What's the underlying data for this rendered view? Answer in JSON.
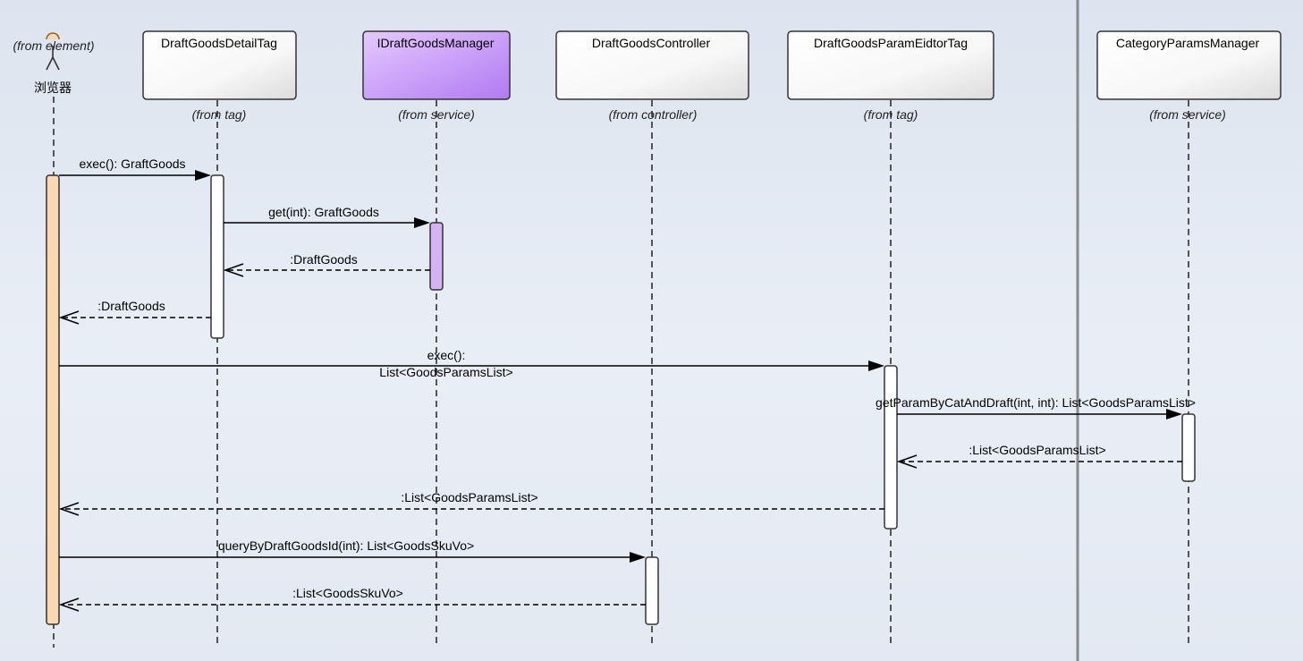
{
  "actor": {
    "stereotype": "(from element)",
    "name": "浏览器"
  },
  "lifelines": [
    {
      "id": "detail",
      "name": "DraftGoodsDetailTag",
      "from": "(from tag)",
      "style": "white"
    },
    {
      "id": "manager",
      "name": "IDraftGoodsManager",
      "from": "(from service)",
      "style": "purple"
    },
    {
      "id": "ctrl",
      "name": "DraftGoodsController",
      "from": "(from controller)",
      "style": "white"
    },
    {
      "id": "param",
      "name": "DraftGoodsParamEidtorTag",
      "from": "(from tag)",
      "style": "white"
    },
    {
      "id": "cat",
      "name": "CategoryParamsManager",
      "from": "(from service)",
      "style": "white"
    }
  ],
  "messages": [
    {
      "from": "actor",
      "to": "detail",
      "label": "exec(): GraftGoods",
      "kind": "call"
    },
    {
      "from": "detail",
      "to": "manager",
      "label": "get(int): GraftGoods",
      "kind": "call"
    },
    {
      "from": "manager",
      "to": "detail",
      "label": ":DraftGoods",
      "kind": "return"
    },
    {
      "from": "detail",
      "to": "actor",
      "label": ":DraftGoods",
      "kind": "return"
    },
    {
      "from": "actor",
      "to": "param",
      "label": "exec():",
      "label2": "List<GoodsParamsList>",
      "kind": "call"
    },
    {
      "from": "param",
      "to": "cat",
      "label": "getParamByCatAndDraft(int, int): List<GoodsParamsList>",
      "kind": "call"
    },
    {
      "from": "cat",
      "to": "param",
      "label": ":List<GoodsParamsList>",
      "kind": "return"
    },
    {
      "from": "param",
      "to": "actor",
      "label": ":List<GoodsParamsList>",
      "kind": "return"
    },
    {
      "from": "actor",
      "to": "ctrl",
      "label": "queryByDraftGoodsId(int): List<GoodsSkuVo>",
      "kind": "call"
    },
    {
      "from": "ctrl",
      "to": "actor",
      "label": ":List<GoodsSkuVo>",
      "kind": "return"
    }
  ],
  "colors": {
    "actor_activation": "#fbd9b0",
    "purple_head_top": "#e6c9ff",
    "purple_head_bottom": "#b07af2",
    "purple_activation": "#d3b2f5",
    "white_activation": "#ffffff",
    "partition": "#8a8a8a"
  }
}
